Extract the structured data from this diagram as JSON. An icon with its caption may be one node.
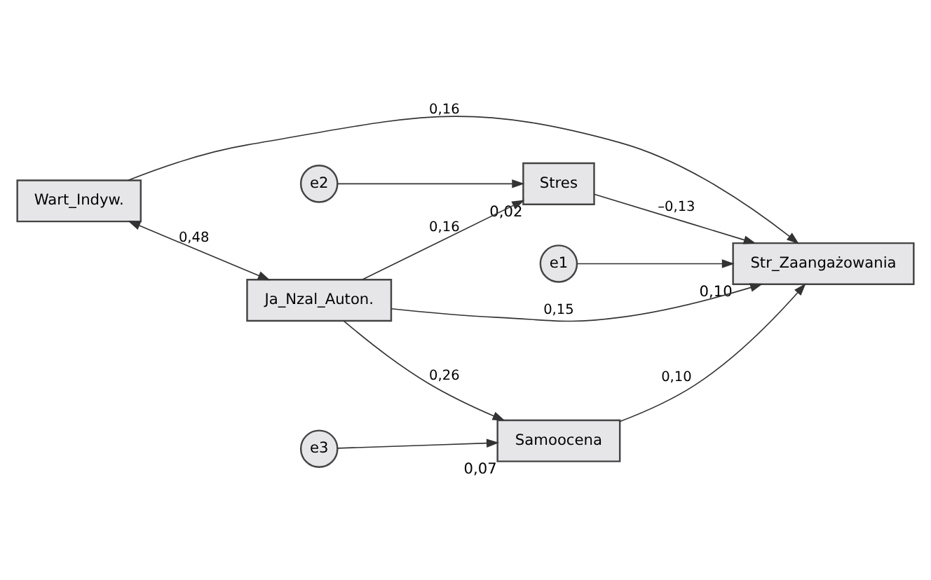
{
  "diagram": {
    "nodes": [
      {
        "text": [
          "e2"
        ]
      },
      {
        "text": [
          "Wart_Indyw."
        ]
      },
      {
        "text": [
          "Stres"
        ],
        "beside": [
          "0,02"
        ]
      },
      {
        "text": [
          "e1"
        ]
      },
      {
        "text": [
          "Ja_Nzal_Auton."
        ]
      },
      {
        "text": [
          "Str_Zaangażowania"
        ],
        "beside": [
          "0,10"
        ]
      },
      {
        "text": [
          "e3"
        ]
      },
      {
        "text": [
          "Samoocena"
        ],
        "beside": [
          "0,07"
        ]
      }
    ],
    "edges": [
      {
        "from": 0,
        "to": 2,
        "arrow": "to"
      },
      {
        "from": 1,
        "to": 4,
        "arrow": "both",
        "label": "0,48"
      },
      {
        "from": 4,
        "to": 2,
        "arrow": "to",
        "label": "0,16"
      },
      {
        "from": 1,
        "to": 5,
        "arrow": "to",
        "label": "0,16"
      },
      {
        "from": 2,
        "to": 5,
        "arrow": "to",
        "label": "–0,13"
      },
      {
        "from": 3,
        "to": 5,
        "arrow": "to"
      },
      {
        "from": 4,
        "to": 5,
        "arrow": "to",
        "label": "0,15"
      },
      {
        "from": 4,
        "to": 7,
        "arrow": "to",
        "label": "0,26"
      },
      {
        "from": 6,
        "to": 7,
        "arrow": "to"
      },
      {
        "from": 7,
        "to": 5,
        "arrow": "to",
        "label": "0,10"
      }
    ]
  }
}
